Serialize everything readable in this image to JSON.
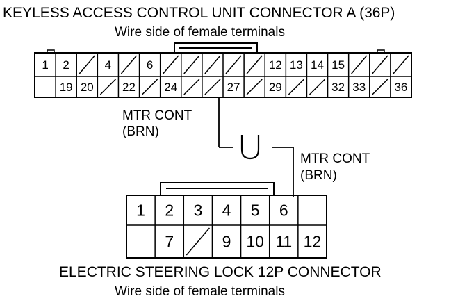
{
  "top_connector": {
    "title": "KEYLESS ACCESS CONTROL UNIT CONNECTOR A (36P)",
    "subtitle": "Wire side of female terminals",
    "row1": [
      "1",
      "2",
      "",
      "4",
      "",
      "6",
      "",
      "",
      "",
      "",
      "",
      "12",
      "13",
      "14",
      "15",
      "",
      "",
      ""
    ],
    "row2": [
      "",
      "19",
      "20",
      "",
      "22",
      "",
      "24",
      "",
      "",
      "27",
      "",
      "29",
      "",
      "",
      "32",
      "33",
      "",
      "36"
    ]
  },
  "bottom_connector": {
    "title": "ELECTRIC STEERING LOCK 12P CONNECTOR",
    "subtitle": "Wire side of female terminals",
    "row1": [
      "1",
      "2",
      "3",
      "4",
      "5",
      "6",
      ""
    ],
    "row2": [
      "",
      "7",
      "",
      "9",
      "10",
      "11",
      "12"
    ]
  },
  "wire": {
    "label_top": "MTR CONT",
    "color_top": "(BRN)",
    "label_bottom": "MTR CONT",
    "color_bottom": "(BRN)"
  }
}
